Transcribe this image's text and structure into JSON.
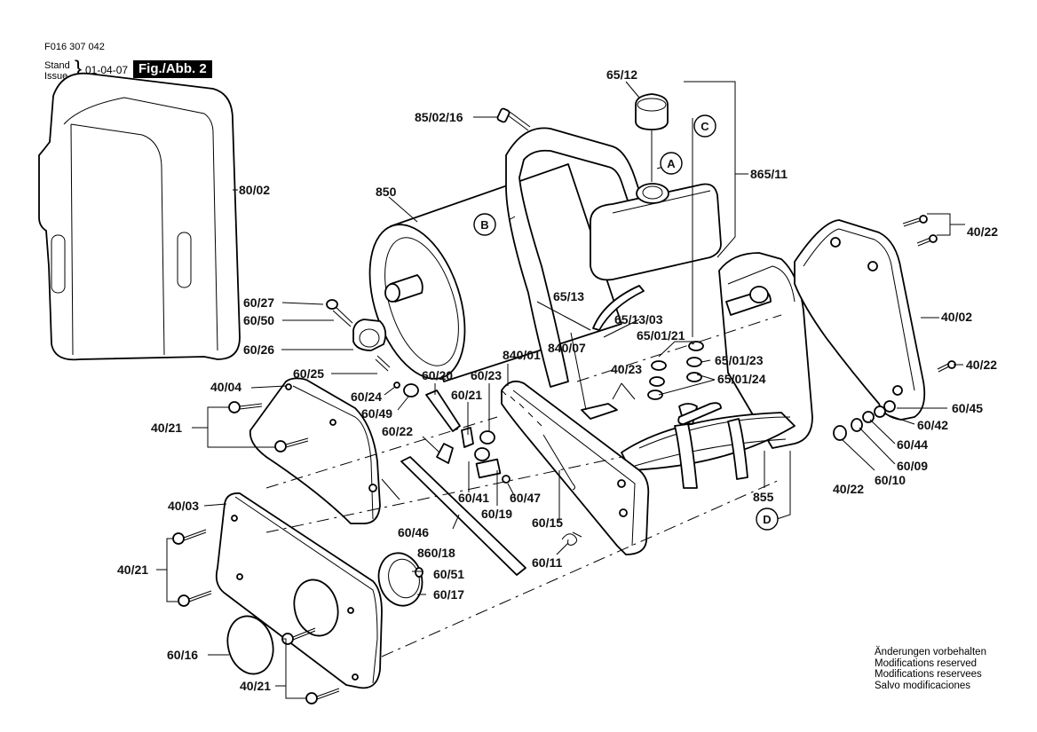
{
  "header": {
    "part_number": "F016 307 042",
    "stand_label": "Stand",
    "issue_label": "Issue",
    "date": "01-04-07",
    "figure": "Fig./Abb. 2"
  },
  "notes": [
    "Änderungen vorbehalten",
    "Modifications reserved",
    "Modifications reservees",
    "Salvo modificaciones"
  ],
  "callouts": {
    "A": "A",
    "B": "B",
    "C": "C",
    "D": "D"
  },
  "labels": {
    "p80_02": "80/02",
    "p65_12": "65/12",
    "p85_02_16": "85/02/16",
    "p850": "850",
    "p865_11": "865/11",
    "p40_22_top": "40/22",
    "p40_02": "40/02",
    "p40_22_mid": "40/22",
    "p60_27": "60/27",
    "p60_50": "60/50",
    "p60_26": "60/26",
    "p60_25": "60/25",
    "p60_24": "60/24",
    "p60_49": "60/49",
    "p60_20": "60/20",
    "p60_23": "60/23",
    "p60_21": "60/21",
    "p60_22": "60/22",
    "p840_01": "840/01",
    "p840_07": "840/07",
    "p65_13": "65/13",
    "p65_13_03": "65/13/03",
    "p65_01_21": "65/01/21",
    "p65_01_23": "65/01/23",
    "p65_01_24": "65/01/24",
    "p40_23": "40/23",
    "p40_04": "40/04",
    "p40_21_a": "40/21",
    "p40_03": "40/03",
    "p40_21_b": "40/21",
    "p40_21_c": "40/21",
    "p60_16": "60/16",
    "p60_46": "60/46",
    "p860_18": "860/18",
    "p60_51": "60/51",
    "p60_17": "60/17",
    "p60_41": "60/41",
    "p60_19": "60/19",
    "p60_47": "60/47",
    "p60_15": "60/15",
    "p60_11": "60/11",
    "p855": "855",
    "p60_45": "60/45",
    "p60_42": "60/42",
    "p60_44": "60/44",
    "p60_09": "60/09",
    "p60_10": "60/10",
    "p40_22_bot": "40/22"
  }
}
